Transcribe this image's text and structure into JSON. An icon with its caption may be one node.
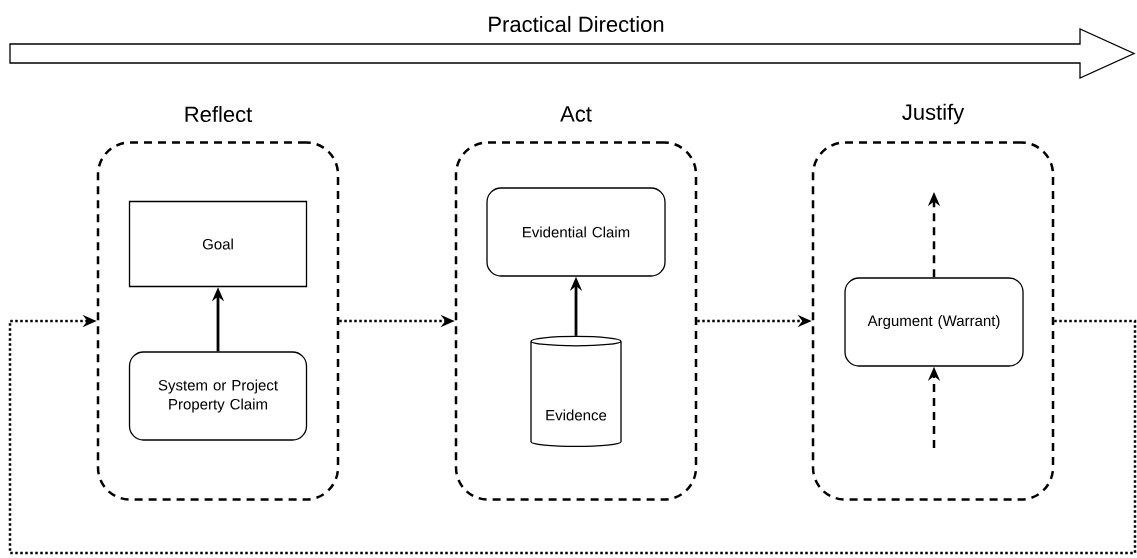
{
  "diagram": {
    "title": "Practical Direction",
    "nodes": [
      {
        "text": [
          "Reflect"
        ]
      },
      {
        "text": [
          "Goal"
        ],
        "in": 0
      },
      {
        "text": [
          "System or Project Property Claim"
        ],
        "in": 0
      },
      {
        "text": [
          "Act"
        ]
      },
      {
        "text": [
          "Evidential Claim"
        ],
        "in": 3
      },
      {
        "text": [
          "Evidence"
        ],
        "in": 3
      },
      {
        "text": [
          "Justify"
        ]
      },
      {
        "text": [
          "Argument (Warrant)"
        ],
        "in": 6
      }
    ],
    "edges": [
      {
        "from": 2,
        "to": 1,
        "arrow": "to"
      },
      {
        "from": 5,
        "to": 4,
        "arrow": "to"
      },
      {
        "from": 0,
        "to": 3,
        "arrow": "to",
        "style": "dashed"
      },
      {
        "from": 3,
        "to": 6,
        "arrow": "to",
        "style": "dashed"
      },
      {
        "from": 7,
        "to": null,
        "arrow": "to",
        "style": "dashed"
      },
      {
        "from": null,
        "to": 7,
        "arrow": "to",
        "style": "dashed"
      },
      {
        "from": 6,
        "to": 0,
        "arrow": "to",
        "style": "dashed"
      }
    ]
  }
}
